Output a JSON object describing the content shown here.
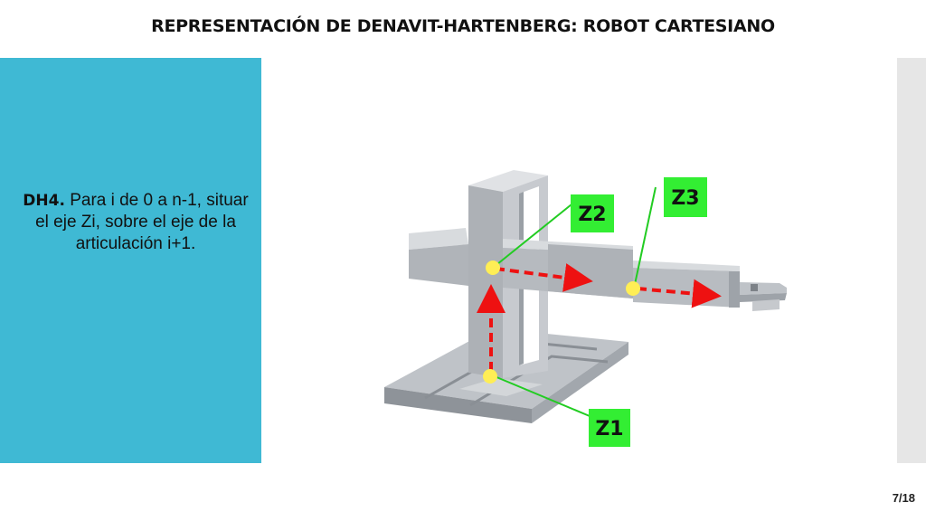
{
  "title": "REPRESENTACIÓN DE DENAVIT-HARTENBERG: ROBOT CARTESIANO",
  "rule": {
    "code": "DH4.",
    "text": "Para i de 0 a n-1, situar el eje Zi, sobre el eje de la articulación i+1."
  },
  "labels": {
    "z1": "Z1",
    "z2": "Z2",
    "z3": "Z3"
  },
  "page": "7/18",
  "colors": {
    "panel": "#3fb9d4",
    "label_bg": "#33ee33",
    "arrow": "#ee1111",
    "joint": "#ffee55",
    "leader": "#22cc22"
  }
}
